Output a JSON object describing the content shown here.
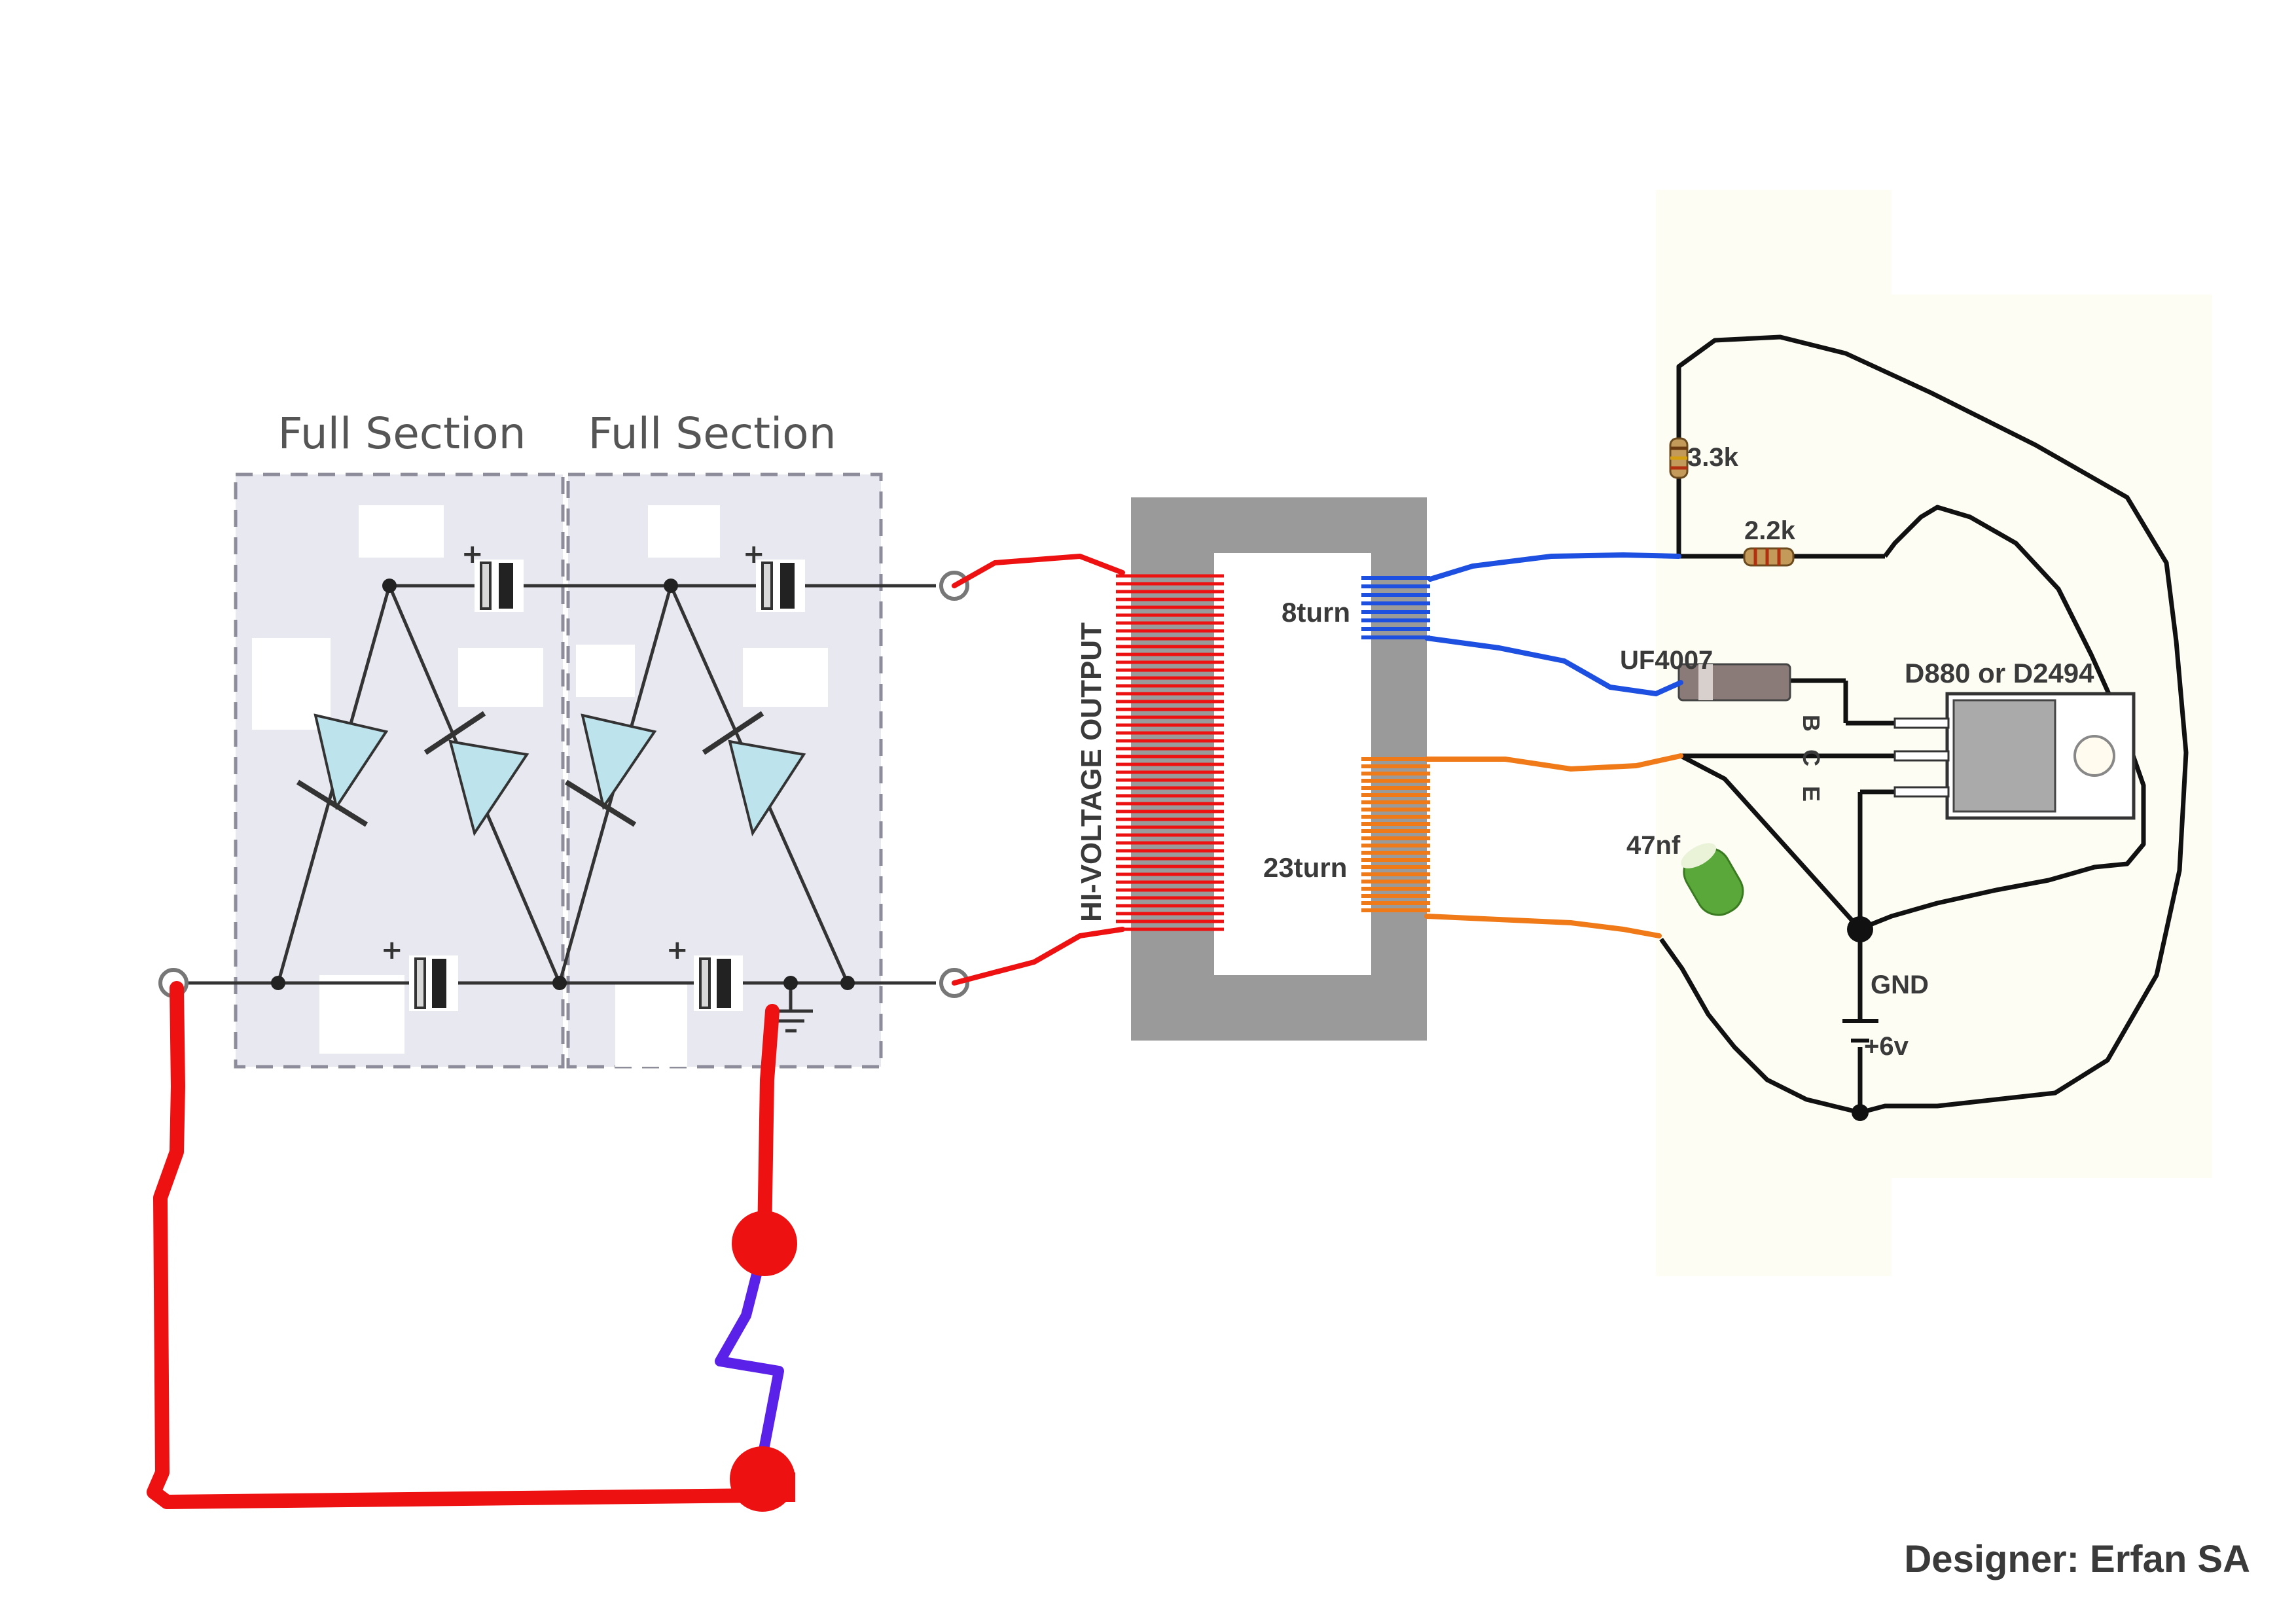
{
  "sections": [
    "Full Section",
    "Full Section"
  ],
  "transformer": {
    "secondary_label": "HI-VOLTAGE OUTPUT",
    "primary_turns": "8turn",
    "feedback_turns": "23turn"
  },
  "components": {
    "r1": "3.3k",
    "r2": "2.2k",
    "diode": "UF4007",
    "transistor": "D880 or D2494",
    "pin_b": "B",
    "pin_c": "C",
    "pin_e": "E",
    "capacitor": "47nf",
    "gnd": "GND",
    "supply": "+6v"
  },
  "credit": "Designer: Erfan SA",
  "colors": {
    "hv_wire": "#ee1111",
    "primary_wire": "#1d4fe0",
    "feedback_wire": "#f07a18",
    "spark_gap": "#5a22e8",
    "core": "#9a9a9a",
    "multiplier_bg": "#e8e8f0",
    "diode_fill": "#bde3ec",
    "capacitor_fill": "#5aa83a"
  }
}
